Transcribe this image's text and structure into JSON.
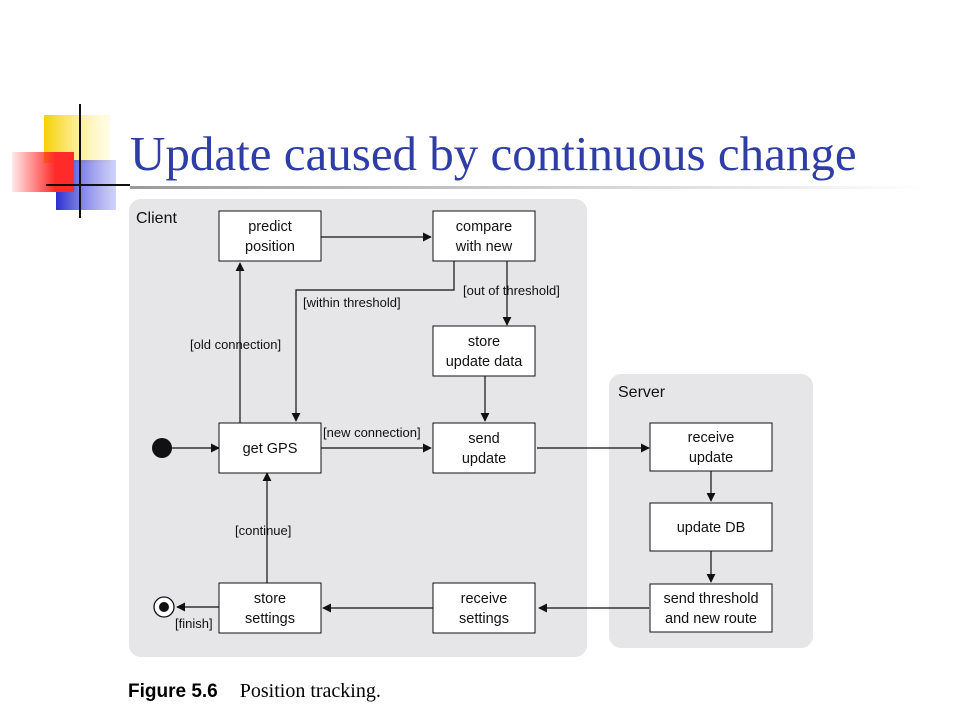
{
  "slide": {
    "title": "Update caused by continuous change",
    "caption_label": "Figure 5.6",
    "caption_text": "Position tracking."
  },
  "diagram": {
    "client_label": "Client",
    "server_label": "Server",
    "nodes": {
      "predict": [
        "predict",
        "position"
      ],
      "compare": [
        "compare",
        "with new"
      ],
      "store_update": [
        "store",
        "update data"
      ],
      "get_gps": [
        "get GPS"
      ],
      "send_update": [
        "send",
        "update"
      ],
      "store_settings": [
        "store",
        "settings"
      ],
      "receive_settings": [
        "receive",
        "settings"
      ],
      "receive_update": [
        "receive",
        "update"
      ],
      "update_db": [
        "update DB"
      ],
      "send_threshold": [
        "send threshold",
        "and new route"
      ]
    },
    "guards": {
      "within": "[within threshold]",
      "out": "[out of threshold]",
      "old_connection": "[old connection]",
      "new_connection": "[new connection]",
      "continue": "[continue]",
      "finish": "[finish]"
    }
  },
  "colors": {
    "title": "#2f3da6",
    "panel": "#e6e6e9",
    "deco_yellow": "#f7d000",
    "deco_blue": "#2b2fd0",
    "deco_red": "#ff2a2a"
  }
}
